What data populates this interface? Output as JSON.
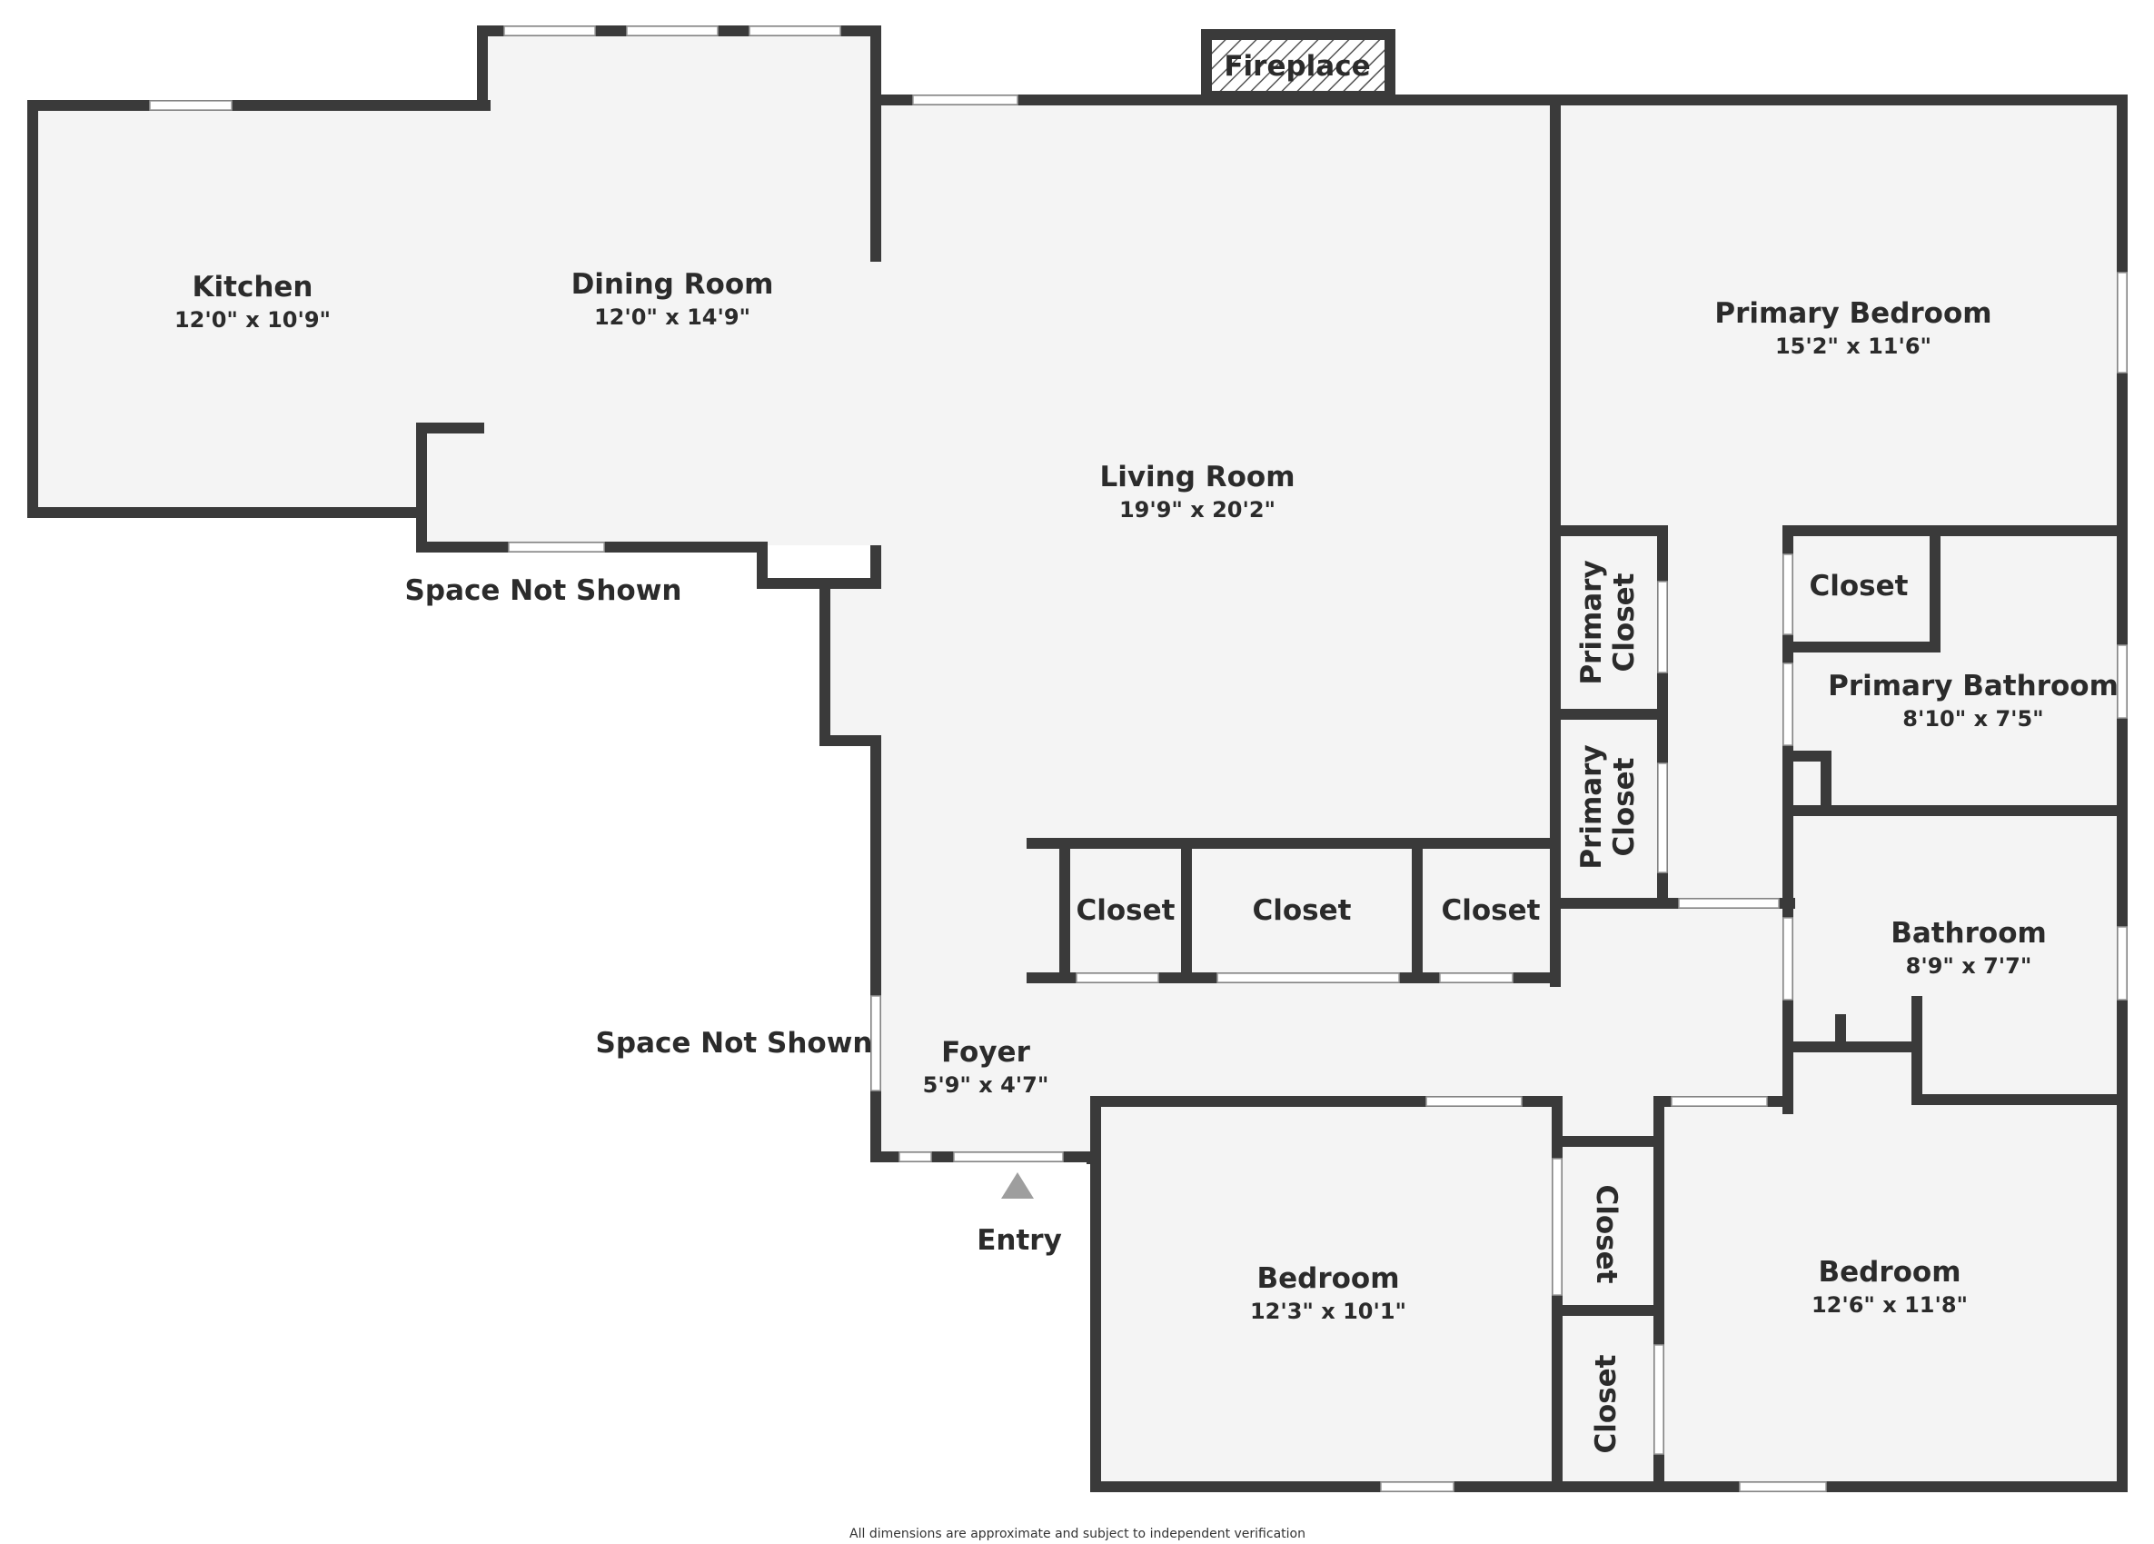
{
  "rooms": {
    "kitchen": {
      "name": "Kitchen",
      "dim": "12'0\" x 10'9\""
    },
    "dining": {
      "name": "Dining Room",
      "dim": "12'0\" x 14'9\""
    },
    "living": {
      "name": "Living Room",
      "dim": "19'9\" x 20'2\""
    },
    "primary_bedroom": {
      "name": "Primary Bedroom",
      "dim": "15'2\" x 11'6\""
    },
    "primary_closet_1": {
      "line1": "Primary",
      "line2": "Closet"
    },
    "primary_closet_2": {
      "line1": "Primary",
      "line2": "Closet"
    },
    "primary_bath_closet": {
      "name": "Closet"
    },
    "primary_bathroom": {
      "name": "Primary Bathroom",
      "dim": "8'10\" x 7'5\""
    },
    "hall_closet_1": {
      "name": "Closet"
    },
    "hall_closet_2": {
      "name": "Closet"
    },
    "hall_closet_3": {
      "name": "Closet"
    },
    "bathroom": {
      "name": "Bathroom",
      "dim": "8'9\" x 7'7\""
    },
    "foyer": {
      "name": "Foyer",
      "dim": "5'9\" x 4'7\""
    },
    "bedroom_1": {
      "name": "Bedroom",
      "dim": "12'3\" x 10'1\""
    },
    "bedroom_2": {
      "name": "Bedroom",
      "dim": "12'6\" x 11'8\""
    },
    "bedroom_closet_1": {
      "name": "Closet"
    },
    "bedroom_closet_2": {
      "name": "Closet"
    }
  },
  "labels": {
    "fireplace": "Fireplace",
    "entry": "Entry",
    "space_not_shown_1": "Space Not Shown",
    "space_not_shown_2": "Space Not Shown"
  },
  "footer": {
    "disclaimer": "All dimensions are approximate and subject to independent verification"
  },
  "colors": {
    "wall": "#3a3a3a",
    "floor": "#f4f4f4",
    "entry_marker": "#9e9e9e"
  }
}
